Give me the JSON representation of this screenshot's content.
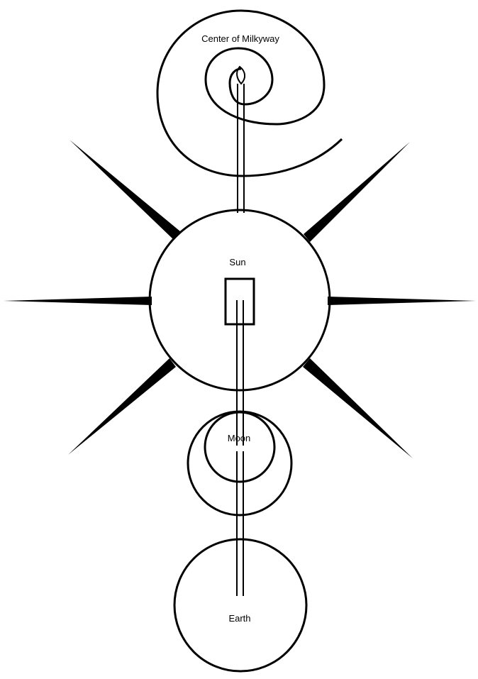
{
  "labels": {
    "galaxy": "Center of Milkyway",
    "sun": "Sun",
    "moon": "Moon",
    "earth": "Earth"
  },
  "colors": {
    "line": "#000000",
    "background": "#ffffff"
  }
}
